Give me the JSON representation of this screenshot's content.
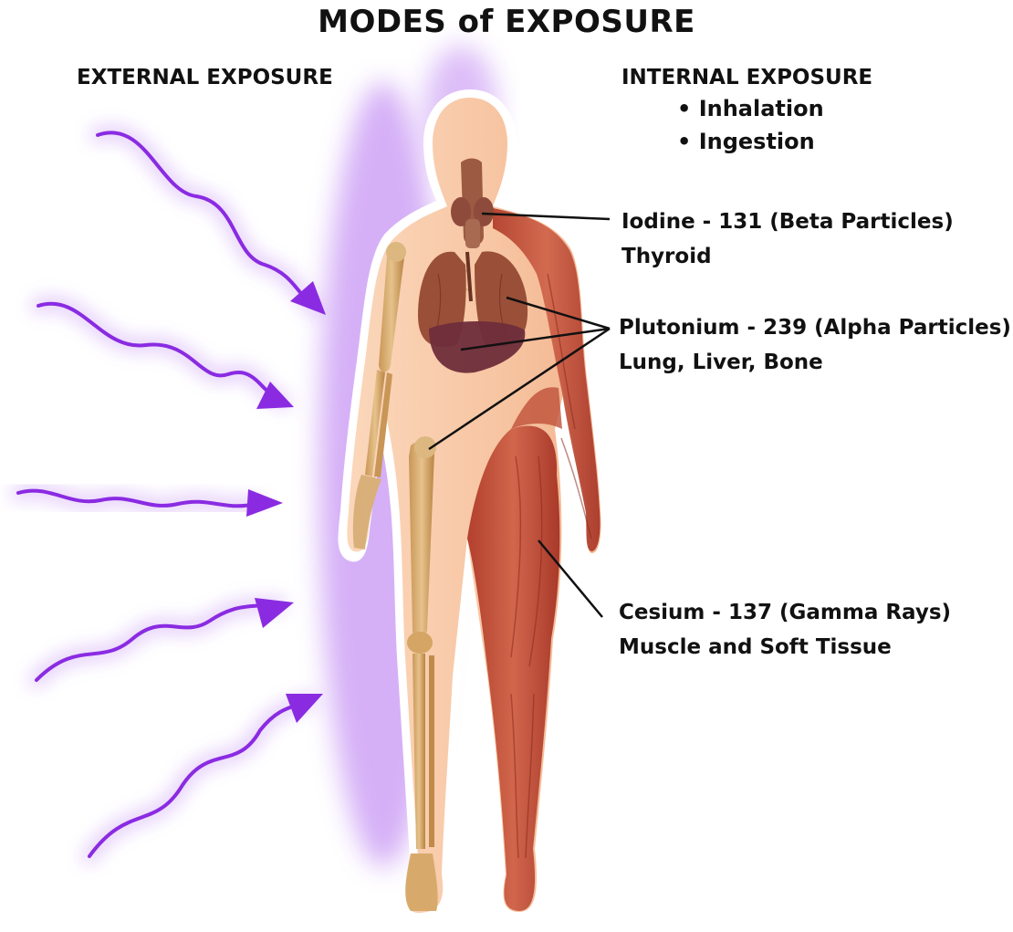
{
  "title": "MODES of EXPOSURE",
  "external": {
    "heading": "EXTERNAL EXPOSURE"
  },
  "internal": {
    "heading": "INTERNAL EXPOSURE",
    "routes": [
      "• Inhalation",
      "• Ingestion"
    ]
  },
  "isotopes": [
    {
      "name": "Iodine - 131 (Beta Particles)",
      "target": "Thyroid"
    },
    {
      "name": "Plutonium - 239 (Alpha Particles)",
      "target": "Lung, Liver, Bone"
    },
    {
      "name": "Cesium - 137 (Gamma Rays)",
      "target": "Muscle and Soft Tissue"
    }
  ],
  "colors": {
    "ray": "#8a2be2",
    "glow": "#c58cf5",
    "skin": "#f8c9a5",
    "muscle": "#c4553e",
    "bone": "#d7aa6c",
    "organ": "#8e4a3a"
  }
}
